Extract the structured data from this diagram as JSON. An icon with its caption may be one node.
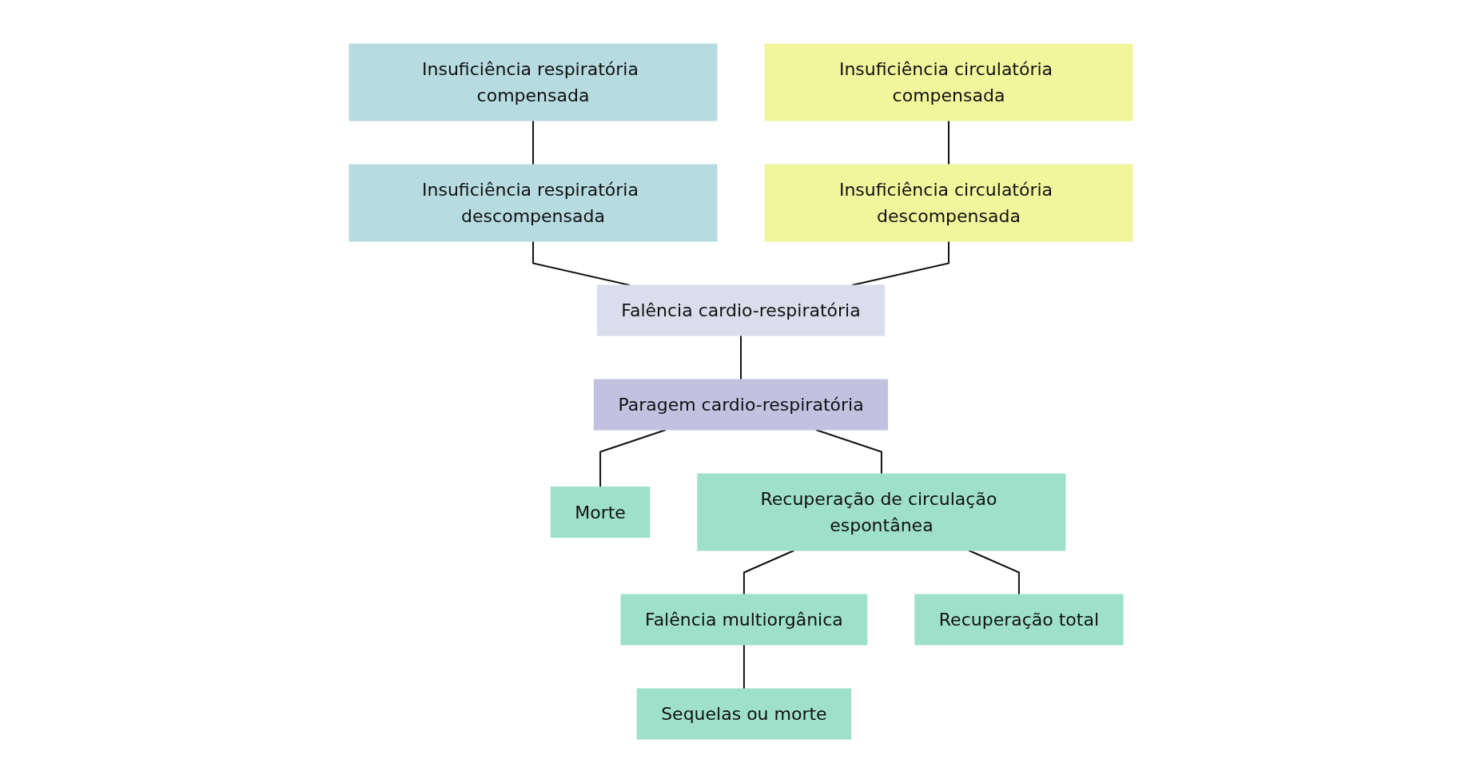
{
  "diagram": {
    "nodes": [
      {
        "text": [
          "Insuficiência respiratória compensada"
        ]
      },
      {
        "text": [
          "Insuficiência respiratória descompensada"
        ]
      },
      {
        "text": [
          "Insuficiência circulatória compensada"
        ]
      },
      {
        "text": [
          "Insuficiência circulatória descompensada"
        ]
      },
      {
        "text": [
          "Falência cardio-respiratória"
        ]
      },
      {
        "text": [
          "Paragem cardio-respiratória"
        ]
      },
      {
        "text": [
          "Morte"
        ]
      },
      {
        "text": [
          "Recuperação de circulação espontânea"
        ]
      },
      {
        "text": [
          "Falência multiorgânica"
        ]
      },
      {
        "text": [
          "Recuperação total"
        ]
      },
      {
        "text": [
          "Sequelas ou morte"
        ]
      }
    ],
    "edges": [
      {
        "from": 0,
        "to": 1,
        "arrow": "none"
      },
      {
        "from": 1,
        "to": 4,
        "arrow": "none"
      },
      {
        "from": 2,
        "to": 3,
        "arrow": "none"
      },
      {
        "from": 3,
        "to": 4,
        "arrow": "none"
      },
      {
        "from": 4,
        "to": 5,
        "arrow": "none"
      },
      {
        "from": 5,
        "to": 6,
        "arrow": "none"
      },
      {
        "from": 5,
        "to": 7,
        "arrow": "none"
      },
      {
        "from": 7,
        "to": 8,
        "arrow": "none"
      },
      {
        "from": 7,
        "to": 9,
        "arrow": "none"
      },
      {
        "from": 8,
        "to": 10,
        "arrow": "none"
      }
    ]
  }
}
